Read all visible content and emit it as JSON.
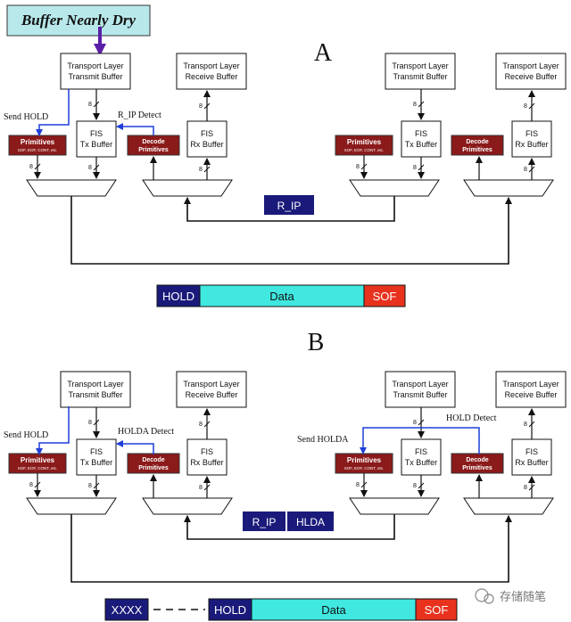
{
  "callout": "Buffer Nearly Dry",
  "section_a": {
    "title": "A",
    "send_hold": "Send HOLD",
    "rip_detect": "R_IP Detect",
    "link_tag": "R_IP",
    "frame": [
      "HOLD",
      "Data",
      "SOF"
    ]
  },
  "section_b": {
    "title": "B",
    "send_hold": "Send HOLD",
    "holda_detect": "HOLDA Detect",
    "hold_detect": "HOLD Detect",
    "send_holda": "Send HOLDA",
    "link_tags": [
      "R_IP",
      "HLDA"
    ],
    "frame_prefix": "XXXX",
    "frame": [
      "HOLD",
      "Data",
      "SOF"
    ]
  },
  "blocks": {
    "tl_tx": [
      "Transport Layer",
      "Transmit Buffer"
    ],
    "tl_rx": [
      "Transport Layer",
      "Receive Buffer"
    ],
    "fis_tx": [
      "FIS",
      "Tx Buffer"
    ],
    "fis_rx": [
      "FIS",
      "Rx Buffer"
    ],
    "primitives": "Primitives",
    "primitives_sub": "SOF, EOF, CONT, etc.",
    "decode": [
      "Decode",
      "Primitives"
    ],
    "bus_width": "8"
  },
  "watermark": "存储随笔",
  "colors": {
    "primitive_fill": "#8b1a1a",
    "tag_fill": "#1a1a7a",
    "data_fill": "#40e8e0",
    "sof_fill": "#e8321e",
    "blue_line": "#1f3fd8",
    "callout_fill": "#b8e8ea",
    "arrow_purple": "#5a1fa8"
  }
}
